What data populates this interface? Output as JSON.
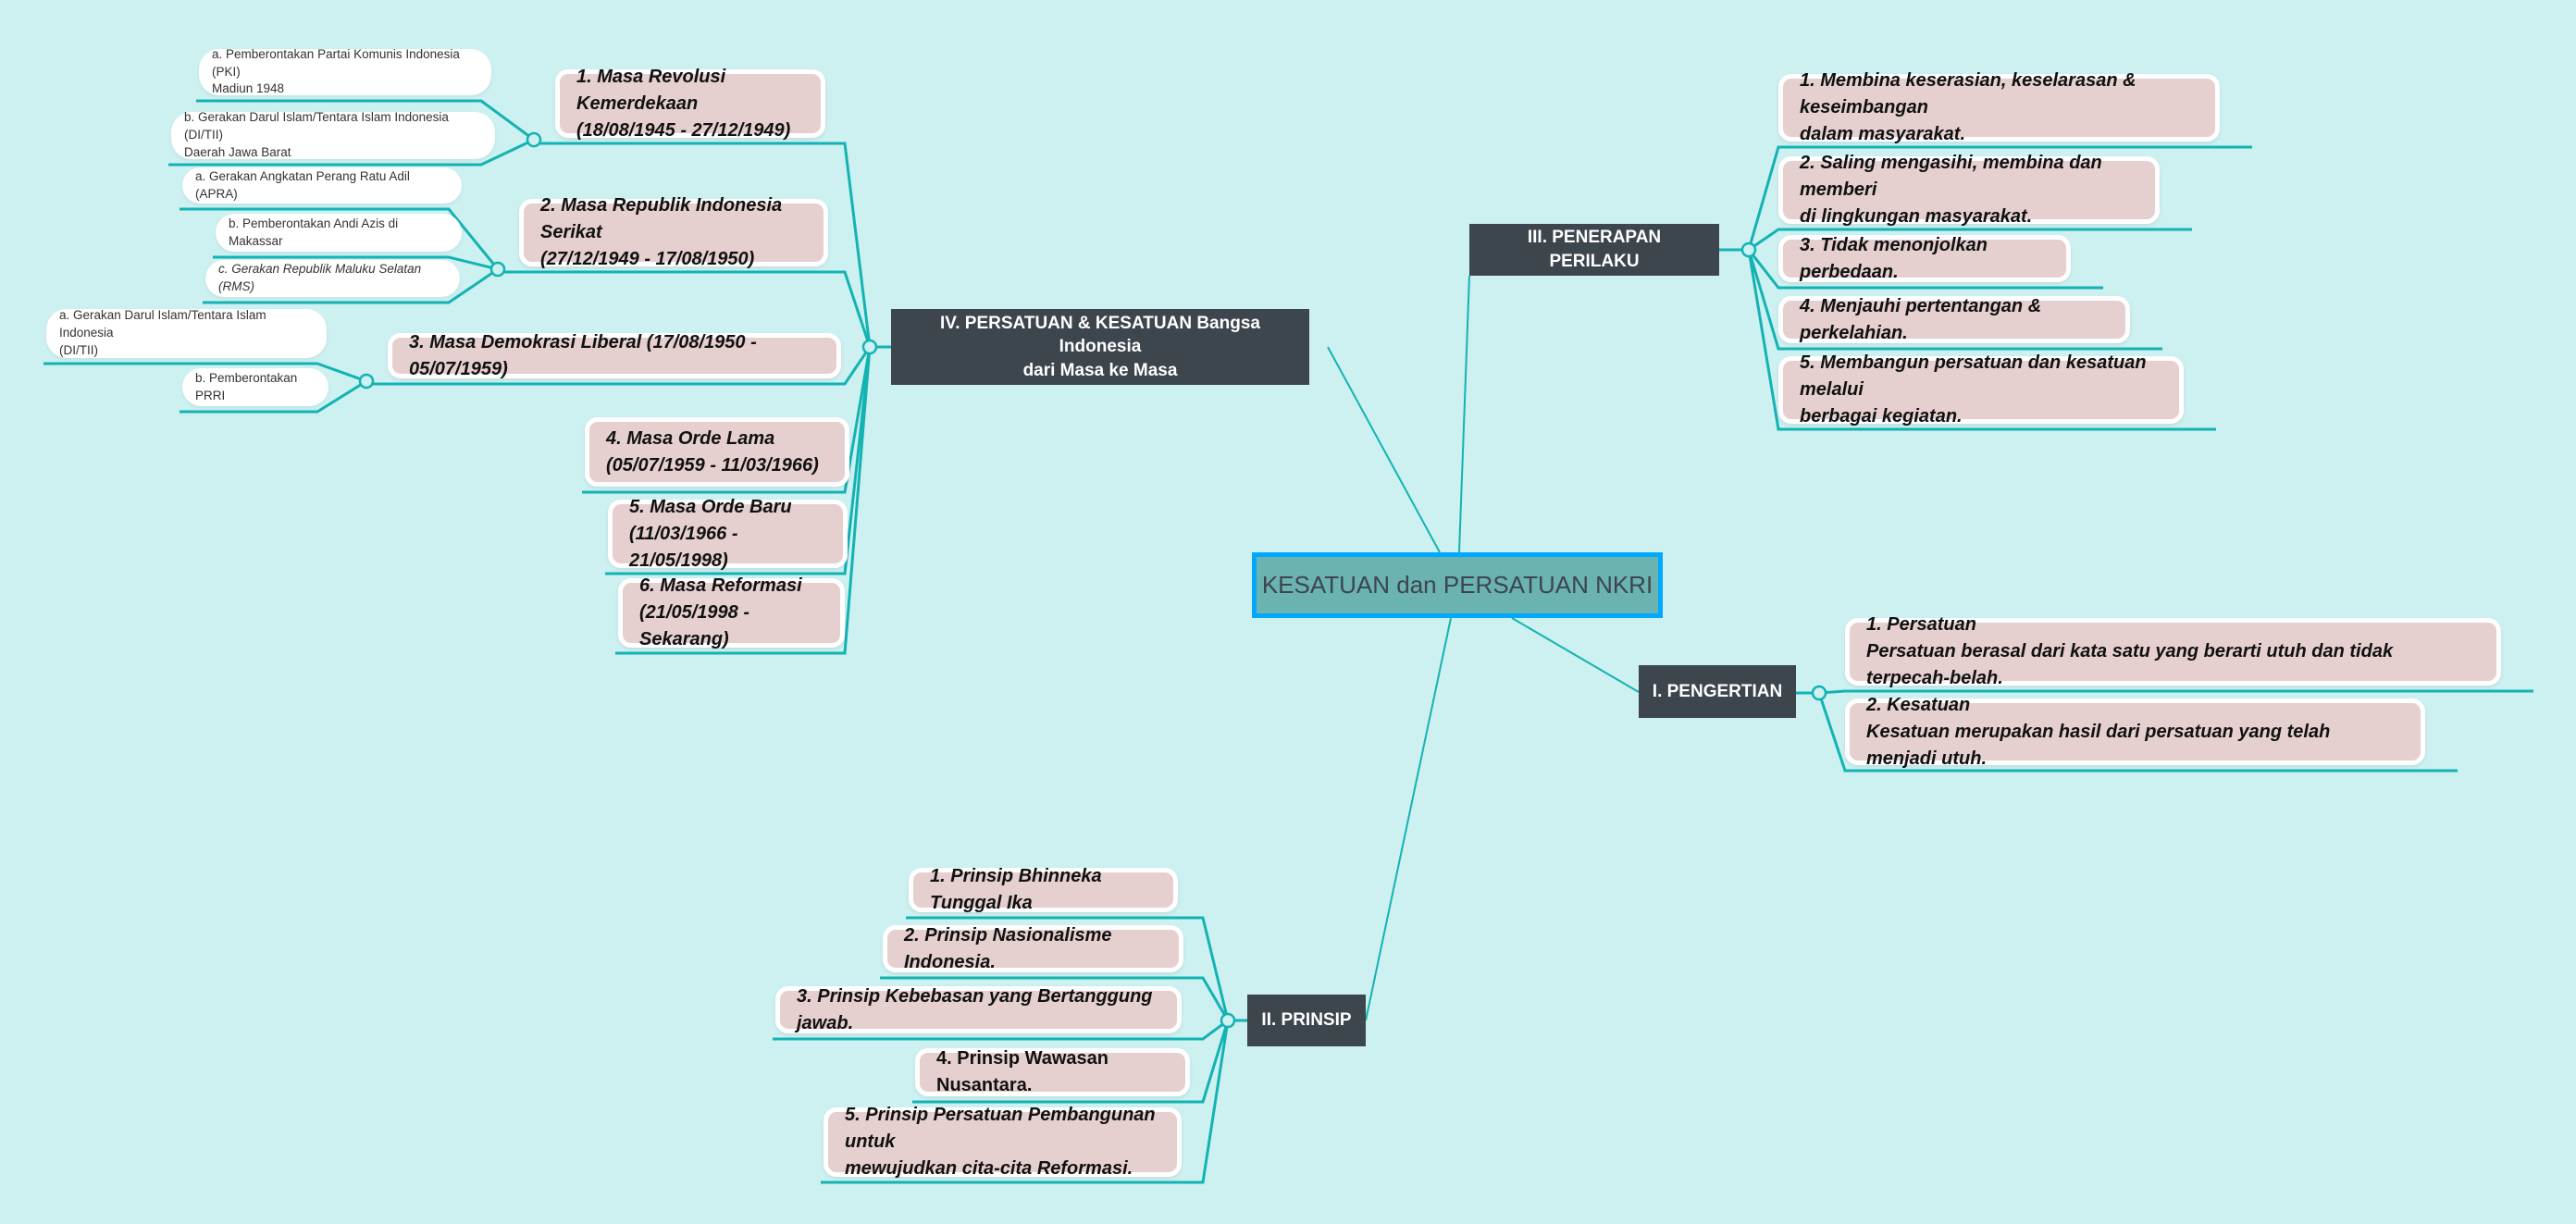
{
  "center": {
    "label": "KESATUAN dan PERSATUAN NKRI"
  },
  "branch_iv": {
    "label": "IV. PERSATUAN & KESATUAN Bangsa Indonesia\ndari Masa ke Masa",
    "items": [
      {
        "label": "1. Masa Revolusi Kemerdekaan\n     (18/08/1945 - 27/12/1949)",
        "children": [
          "a. Pemberontakan Partai Komunis Indonesia (PKI)\nMadiun 1948",
          "b. Gerakan Darul Islam/Tentara Islam Indonesia (DI/TII)\nDaerah Jawa Barat"
        ]
      },
      {
        "label": "2. Masa Republik Indonesia Serikat\n     (27/12/1949 - 17/08/1950)",
        "children": [
          "a. Gerakan Angkatan Perang Ratu Adil (APRA)",
          "b. Pemberontakan Andi Azis di Makassar",
          "c. Gerakan Republik Maluku Selatan (RMS)"
        ]
      },
      {
        "label": "3. Masa Demokrasi Liberal (17/08/1950 - 05/07/1959)",
        "children": [
          "a. Gerakan Darul Islam/Tentara Islam Indonesia\n(DI/TII)",
          "b. Pemberontakan PRRI"
        ]
      },
      {
        "label": "4.  Masa Orde Lama\n       (05/07/1959 - 11/03/1966)"
      },
      {
        "label": "5. Masa Orde Baru\n (11/03/1966 - 21/05/1998)"
      },
      {
        "label": "6. Masa Reformasi\n (21/05/1998 - Sekarang)"
      }
    ]
  },
  "branch_iii": {
    "label": "III. PENERAPAN PERILAKU",
    "items": [
      "1. Membina keserasian, keselarasan & keseimbangan\n    dalam masyarakat.",
      "2. Saling mengasihi,  membina dan memberi\n      di lingkungan masyarakat.",
      "3.  Tidak menonjolkan perbedaan.",
      "4. Menjauhi pertentangan & perkelahian.",
      "5. Membangun persatuan dan kesatuan melalui\n     berbagai kegiatan."
    ]
  },
  "branch_i": {
    "label": "I. PENGERTIAN",
    "items": [
      "1. Persatuan\n     Persatuan berasal dari kata satu yang berarti utuh dan tidak terpecah-belah.",
      "2. Kesatuan\n      Kesatuan merupakan hasil dari persatuan yang telah menjadi utuh."
    ]
  },
  "branch_ii": {
    "label": "II. PRINSIP",
    "items": [
      "1. Prinsip Bhinneka Tunggal Ika",
      "2. Prinsip Nasionalisme Indonesia.",
      "3. Prinsip Kebebasan yang Bertanggung jawab.",
      "4. Prinsip Wawasan Nusantara.",
      "5. Prinsip Persatuan Pembangunan untuk\nmewujudkan cita-cita Reformasi."
    ]
  },
  "colors": {
    "background": "#cdf0f0",
    "line": "#13b3b3",
    "topic": "#e6cfcf",
    "dark": "#3d454d",
    "central": "#6ab3b0",
    "central_border": "#00a8ff"
  }
}
